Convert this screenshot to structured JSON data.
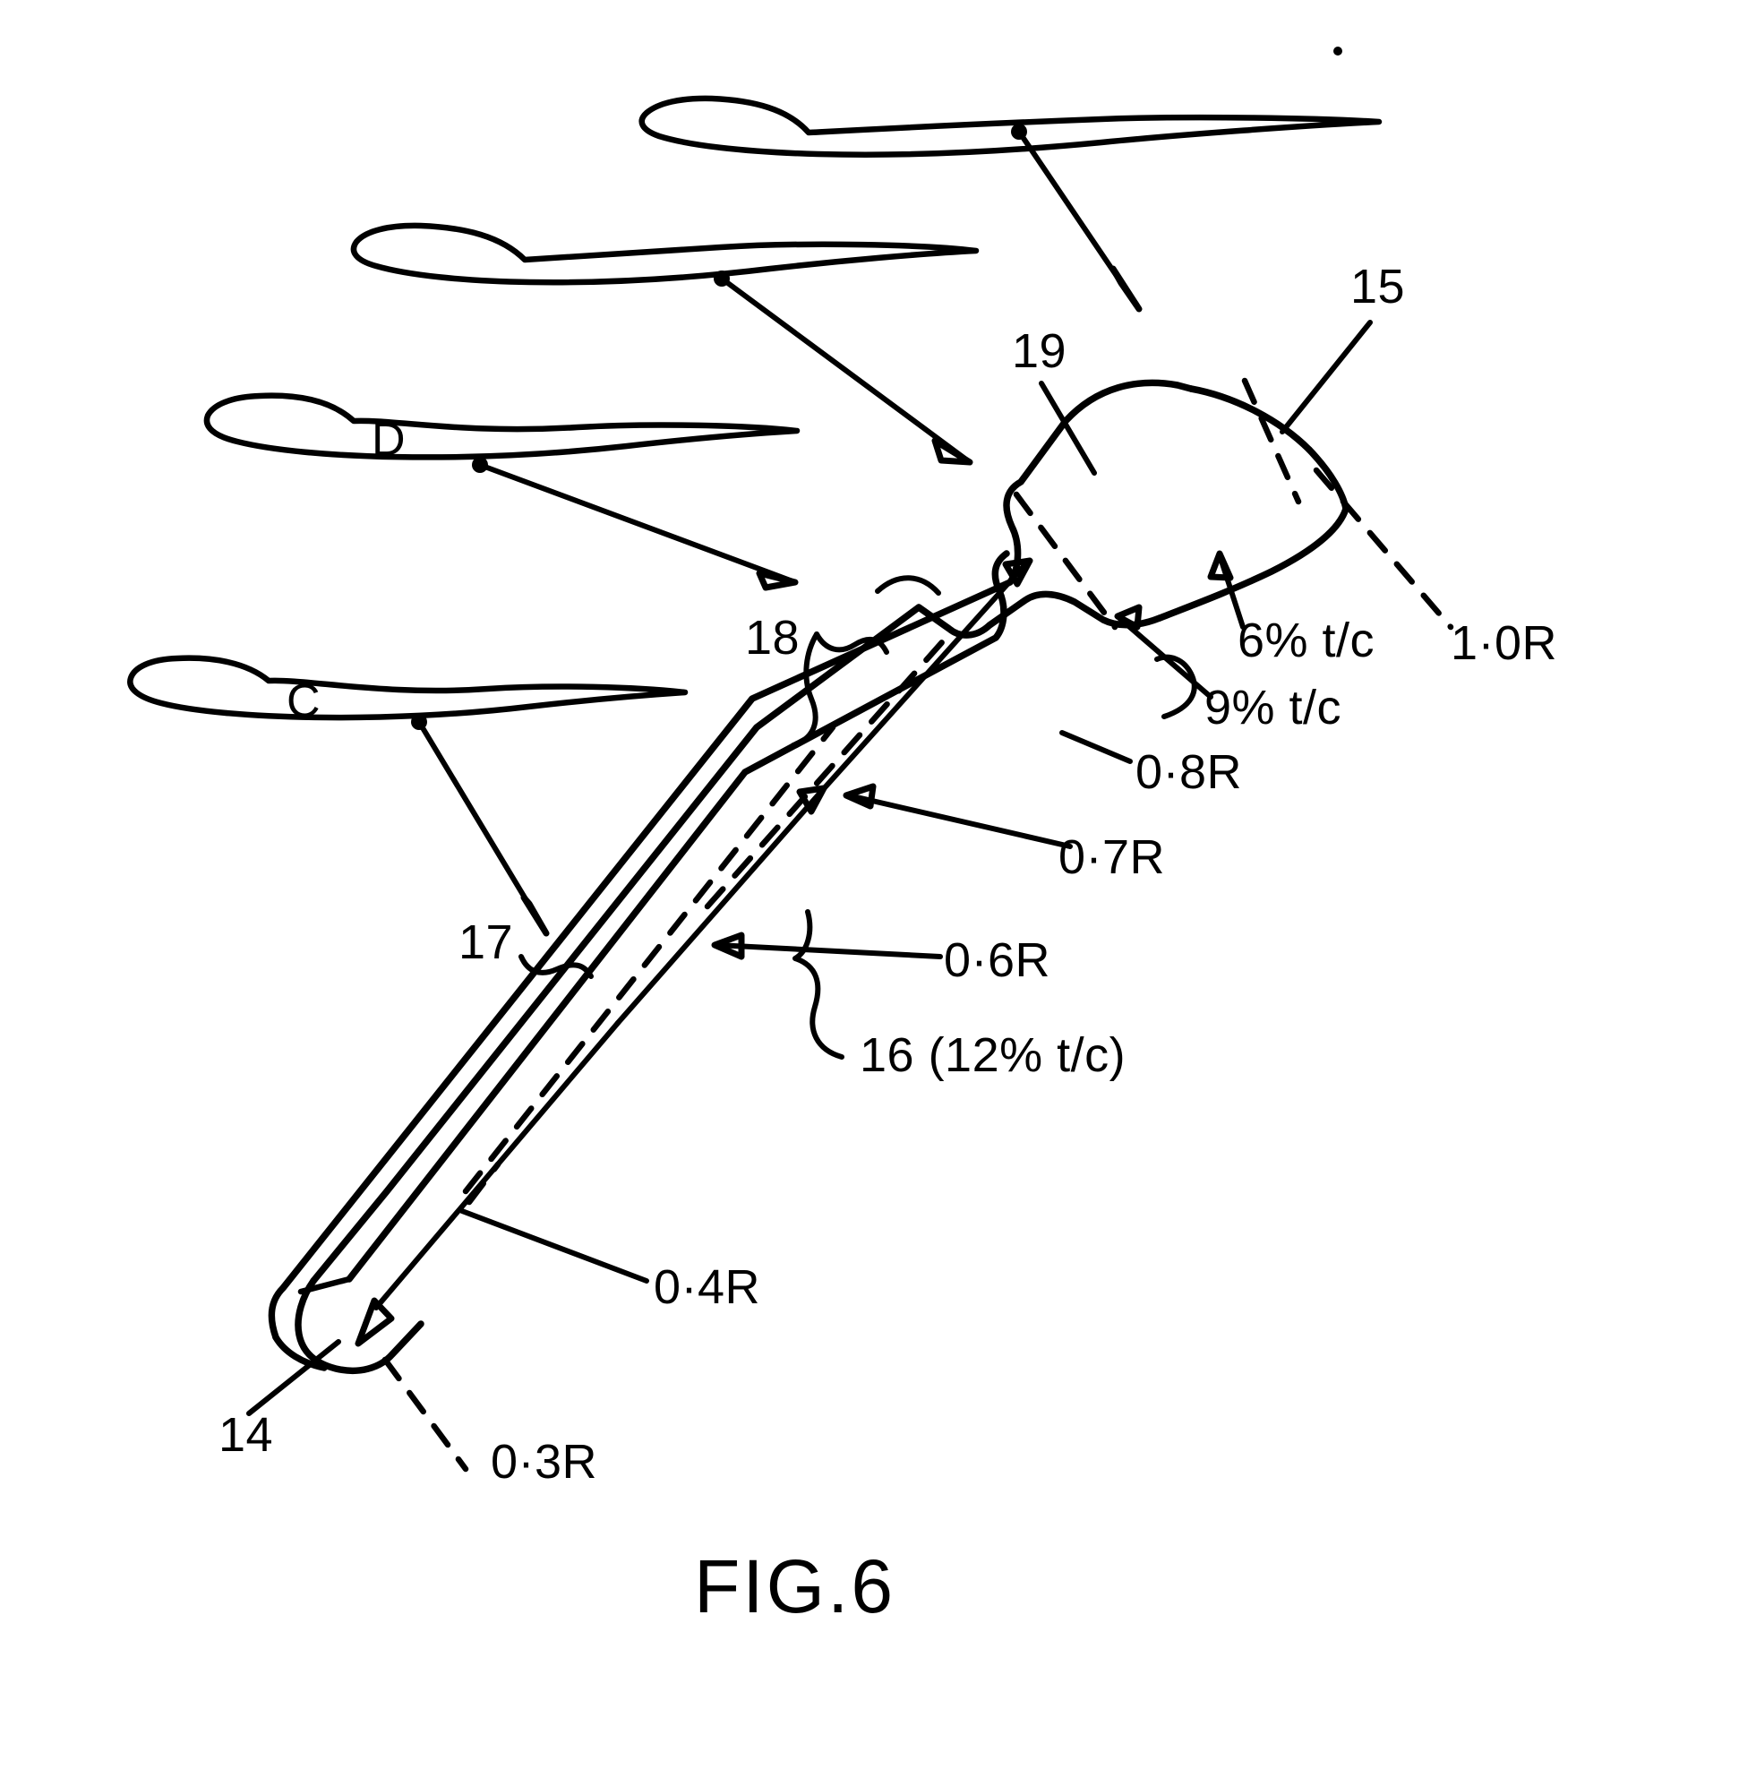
{
  "figure": {
    "caption": "FIG.6",
    "subject": "helicopter-rotor-blade-planform-with-aerofoil-sections"
  },
  "reference_numerals": [
    {
      "id": "14",
      "label": "14"
    },
    {
      "id": "15",
      "label": "15"
    },
    {
      "id": "16",
      "label": "16 (12% t/c)"
    },
    {
      "id": "17",
      "label": "17"
    },
    {
      "id": "18",
      "label": "18"
    },
    {
      "id": "19",
      "label": "19"
    }
  ],
  "radial_stations": [
    {
      "id": "r03",
      "label": "0·3R"
    },
    {
      "id": "r04",
      "label": "0·4R"
    },
    {
      "id": "r06",
      "label": "0·6R"
    },
    {
      "id": "r07",
      "label": "0·7R"
    },
    {
      "id": "r08",
      "label": "0·8R"
    },
    {
      "id": "r10",
      "label": "1·0R"
    }
  ],
  "thickness_callouts": [
    {
      "id": "tc6",
      "label": "6% t/c"
    },
    {
      "id": "tc9",
      "label": "9% t/c"
    },
    {
      "id": "tc12",
      "label": "12% t/c"
    }
  ],
  "aerofoil_sections": [
    {
      "id": "section-top",
      "label": ""
    },
    {
      "id": "section-upper",
      "label": ""
    },
    {
      "id": "section-d",
      "label": "D"
    },
    {
      "id": "section-c",
      "label": "C"
    }
  ],
  "colors": {
    "ink": "#000000",
    "paper": "#ffffff"
  }
}
